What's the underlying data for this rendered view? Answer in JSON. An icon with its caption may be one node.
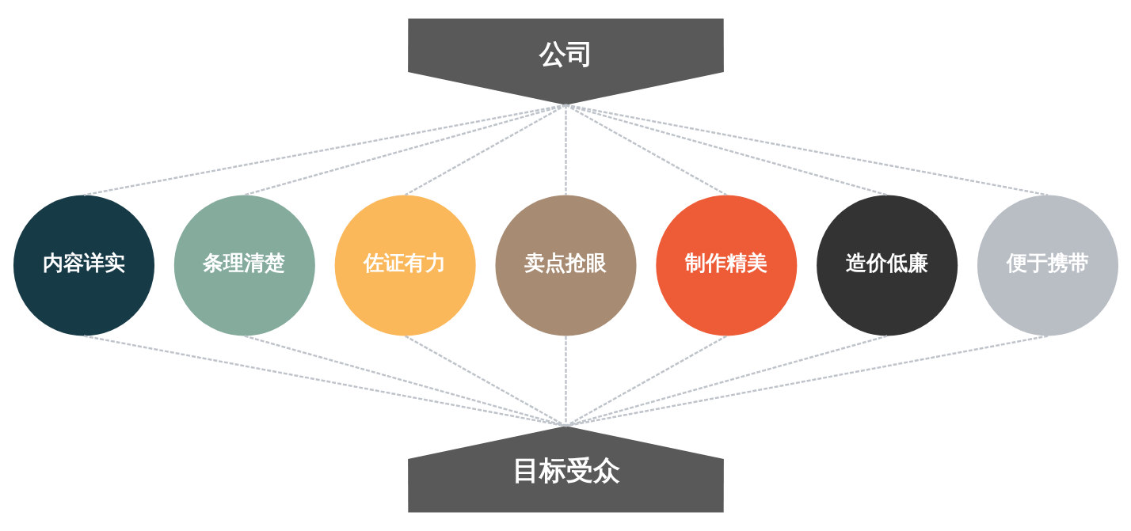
{
  "diagram": {
    "nodes": [
      {
        "text": [
          "公司"
        ]
      },
      {
        "text": [
          "内容详实"
        ]
      },
      {
        "text": [
          "条理清楚"
        ]
      },
      {
        "text": [
          "佐证有力"
        ]
      },
      {
        "text": [
          "卖点抢眼"
        ]
      },
      {
        "text": [
          "制作精美"
        ]
      },
      {
        "text": [
          "造价低廉"
        ]
      },
      {
        "text": [
          "便于携带"
        ]
      },
      {
        "text": [
          "目标受众"
        ]
      }
    ],
    "edges": [
      {
        "from": 0,
        "to": 1,
        "arrow": "none",
        "style": "dashed"
      },
      {
        "from": 0,
        "to": 2,
        "arrow": "none",
        "style": "dashed"
      },
      {
        "from": 0,
        "to": 3,
        "arrow": "none",
        "style": "dashed"
      },
      {
        "from": 0,
        "to": 4,
        "arrow": "none",
        "style": "dashed"
      },
      {
        "from": 0,
        "to": 5,
        "arrow": "none",
        "style": "dashed"
      },
      {
        "from": 0,
        "to": 6,
        "arrow": "none",
        "style": "dashed"
      },
      {
        "from": 0,
        "to": 7,
        "arrow": "none",
        "style": "dashed"
      },
      {
        "from": 1,
        "to": 8,
        "arrow": "none",
        "style": "dashed"
      },
      {
        "from": 2,
        "to": 8,
        "arrow": "none",
        "style": "dashed"
      },
      {
        "from": 3,
        "to": 8,
        "arrow": "none",
        "style": "dashed"
      },
      {
        "from": 4,
        "to": 8,
        "arrow": "none",
        "style": "dashed"
      },
      {
        "from": 5,
        "to": 8,
        "arrow": "none",
        "style": "dashed"
      },
      {
        "from": 6,
        "to": 8,
        "arrow": "none",
        "style": "dashed"
      },
      {
        "from": 7,
        "to": 8,
        "arrow": "none",
        "style": "dashed"
      }
    ]
  }
}
